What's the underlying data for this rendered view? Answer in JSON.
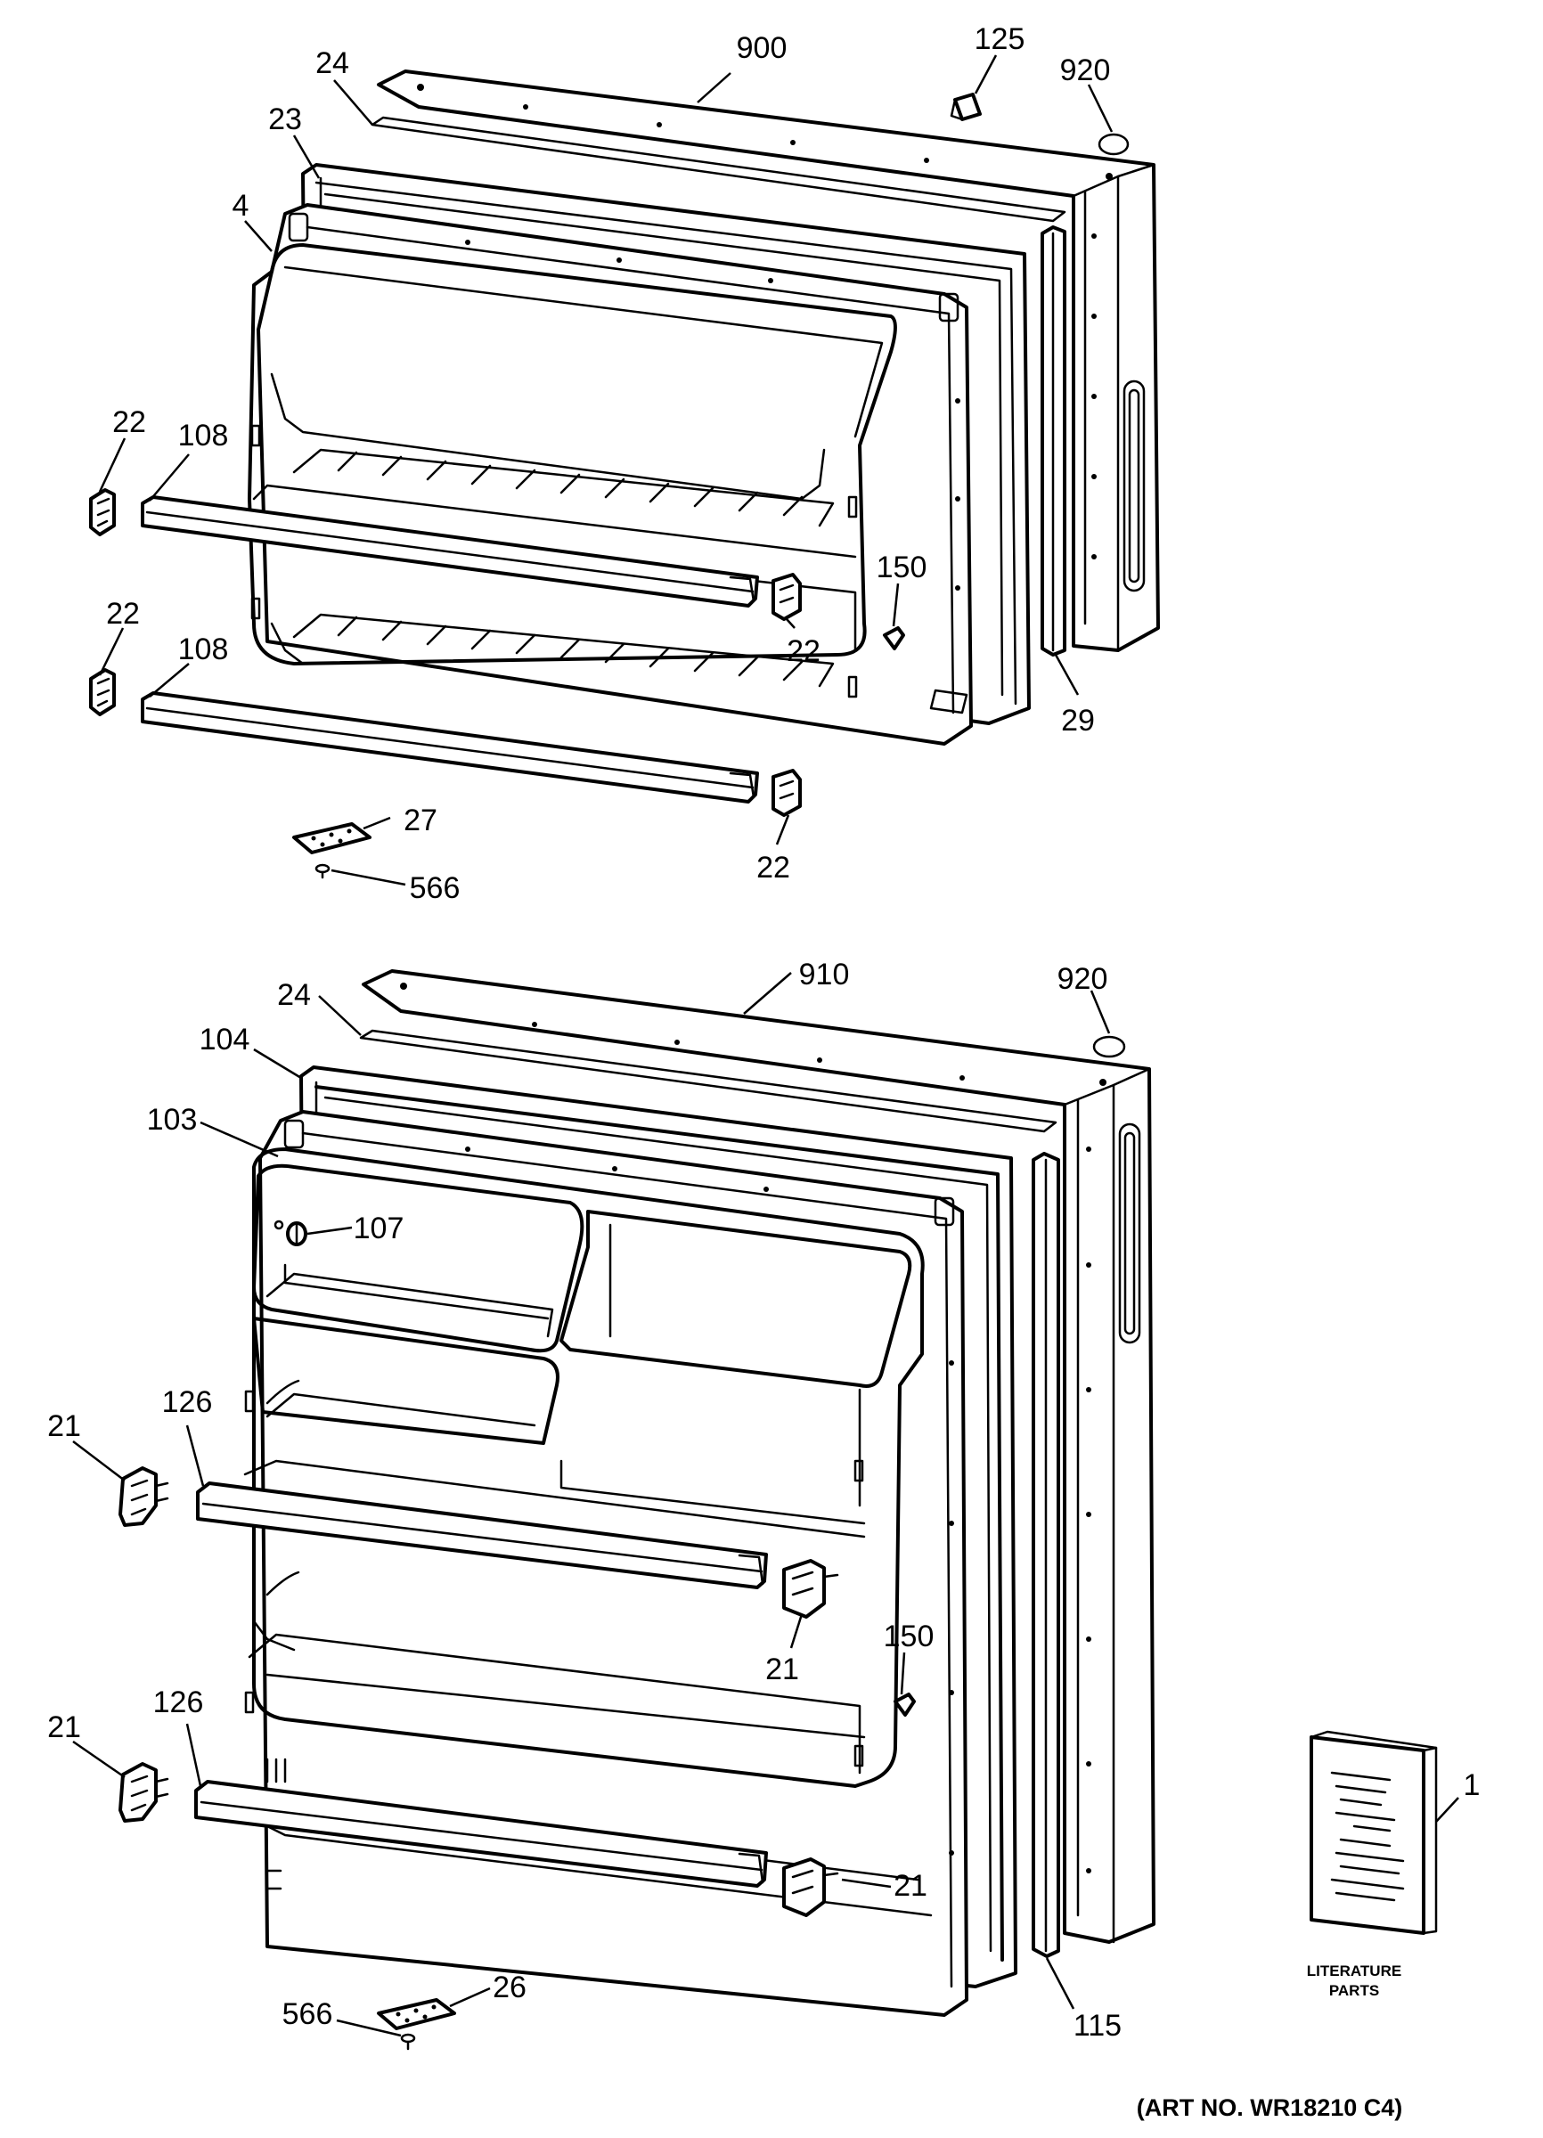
{
  "callouts": {
    "c900": "900",
    "c125": "125",
    "c920_top": "920",
    "c24_top": "24",
    "c23": "23",
    "c4": "4",
    "c22_a": "22",
    "c108_a": "108",
    "c150_top": "150",
    "c22_b": "22",
    "c22_c": "22",
    "c108_b": "108",
    "c29": "29",
    "c22_d": "22",
    "c27": "27",
    "c566_top": "566",
    "c910": "910",
    "c920_bot": "920",
    "c24_bot": "24",
    "c104": "104",
    "c103": "103",
    "c107": "107",
    "c21_a": "21",
    "c126_a": "126",
    "c21_b": "21",
    "c150_bot": "150",
    "c21_c": "21",
    "c126_b": "126",
    "c21_d": "21",
    "c1": "1",
    "c115": "115",
    "c26": "26",
    "c566_bot": "566"
  },
  "literature": {
    "line1": "LITERATURE",
    "line2": "PARTS"
  },
  "art_number": "(ART NO. WR18210 C4)"
}
